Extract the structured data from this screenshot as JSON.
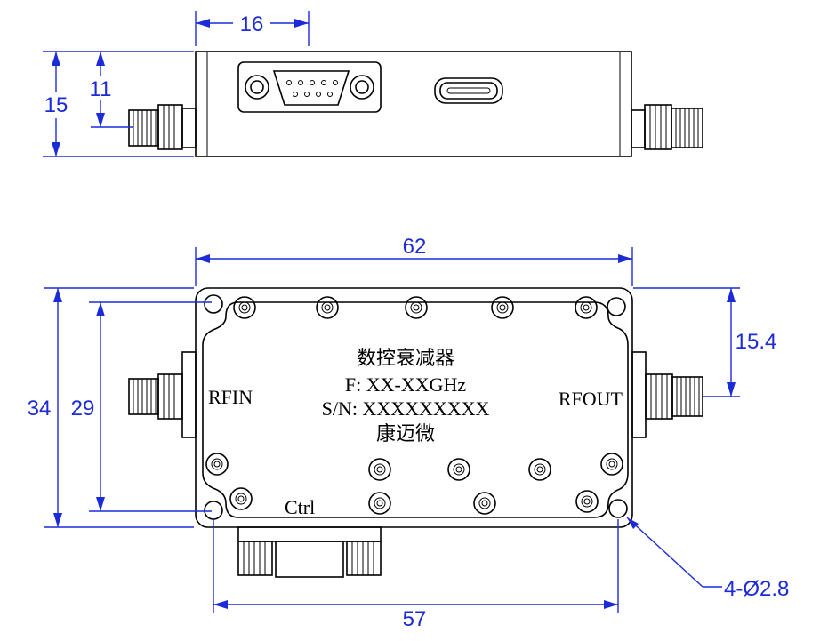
{
  "colors": {
    "dimension": "#1c2bd8",
    "outline": "#000000",
    "background": "#ffffff"
  },
  "dimensions": {
    "side_width": "16",
    "side_height_total": "15",
    "side_height_connector": "11",
    "top_length": "62",
    "top_height_total": "34",
    "top_height_holes": "29",
    "rfout_offset": "15.4",
    "hole_spacing": "57",
    "mounting_holes": "4-Ø2.8"
  },
  "labels": {
    "product_name": "数控衰减器",
    "frequency": "F: XX-XXGHz",
    "serial": "S/N: XXXXXXXXX",
    "brand": "康迈微",
    "rf_in": "RFIN",
    "rf_out": "RFOUT",
    "ctrl": "Ctrl"
  }
}
